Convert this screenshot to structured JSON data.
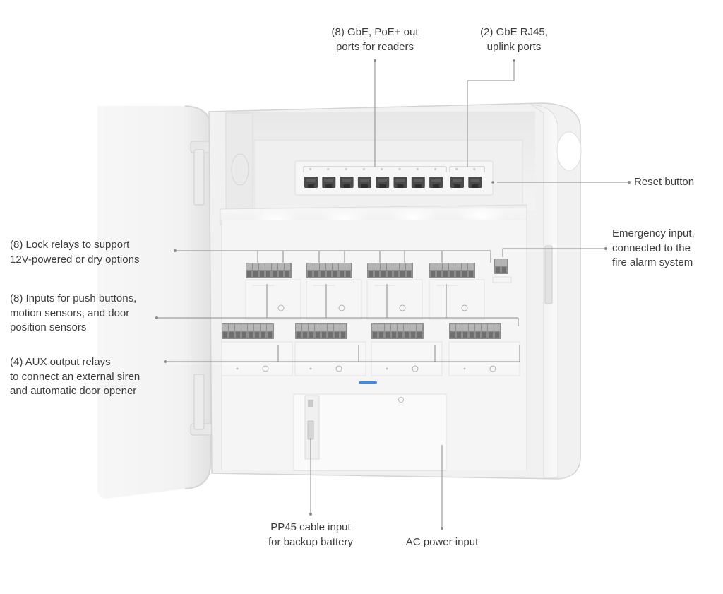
{
  "callouts": {
    "poe_ports": [
      "(8) GbE, PoE+ out",
      "ports for readers"
    ],
    "uplink_ports": [
      "(2) GbE RJ45,",
      "uplink ports"
    ],
    "reset_button": [
      "Reset button"
    ],
    "emergency_input": [
      "Emergency input,",
      "connected to the",
      "fire alarm system"
    ],
    "lock_relays": [
      "(8) Lock relays to support",
      "12V-powered or dry options"
    ],
    "inputs": [
      "(8) Inputs for push buttons,",
      "motion sensors, and door",
      "position sensors"
    ],
    "aux_relays": [
      "(4) AUX output relays",
      "to connect an external siren",
      "and automatic door opener"
    ],
    "pp45_input": [
      "PP45 cable input",
      "for backup battery"
    ],
    "ac_power": [
      "AC power input"
    ]
  },
  "colors": {
    "callout_line": "#8a8a8a",
    "status_led": "#3d8be8",
    "enclosure": "#f3f3f3",
    "port": "#4a4a4a"
  }
}
